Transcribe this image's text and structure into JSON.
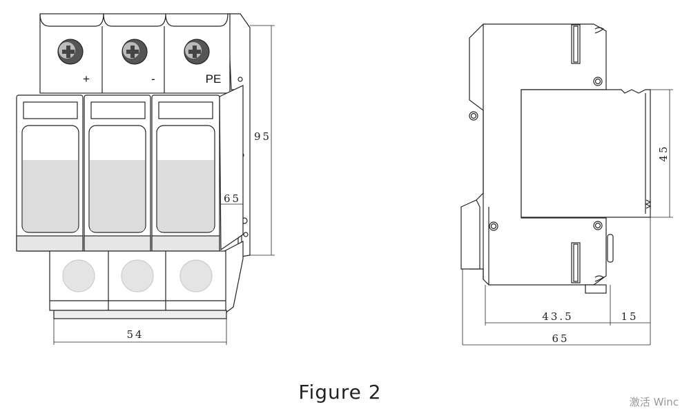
{
  "figure": {
    "caption": "Figure 2",
    "watermark": "激活 Winc"
  },
  "front_view": {
    "terminals": [
      "+",
      "-",
      "PE"
    ],
    "dims": {
      "width": "54",
      "height": "95",
      "module_height": "65"
    }
  },
  "side_view": {
    "dims": {
      "module_height": "45",
      "depth_a": "43.5",
      "depth_b": "15",
      "total_depth": "65"
    }
  },
  "colors": {
    "line": "#222222",
    "fill": "#ffffff",
    "window": "#dcdcdc",
    "indicator": "#e4e4e4"
  }
}
